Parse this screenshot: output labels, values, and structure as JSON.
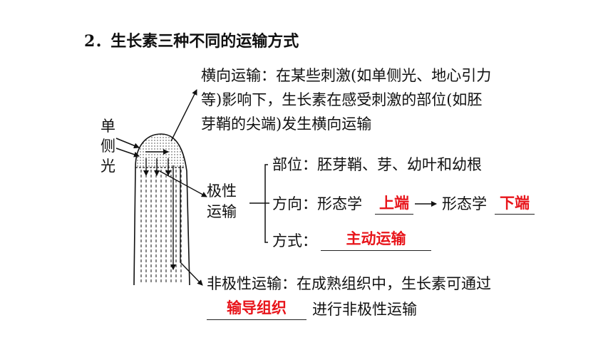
{
  "title": "2．生长素三种不同的运输方式",
  "light_label": [
    "单",
    "侧",
    "光"
  ],
  "lateral": {
    "lines": [
      "横向运输：在某些刺激(如单侧光、地心引力",
      "等)影响下，生长素在感受刺激的部位(如胚",
      "芽鞘的尖端)发生横向运输"
    ]
  },
  "polar": {
    "label_lines": [
      "极性",
      "运输"
    ],
    "site": "部位：胚芽鞘、芽、幼叶和幼根",
    "direction_prefix": "方向：形态学",
    "direction_from": "上端",
    "direction_mid": "形态学",
    "direction_to": "下端",
    "mode_prefix": "方式：",
    "mode_answer": "主动运输"
  },
  "nonpolar": {
    "line1": "非极性运输：在成熟组织中，生长素可通过",
    "answer": "输导组织",
    "line2_suffix": "进行非极性运输"
  },
  "colors": {
    "answer": "#e8151b",
    "ink": "#111111"
  }
}
